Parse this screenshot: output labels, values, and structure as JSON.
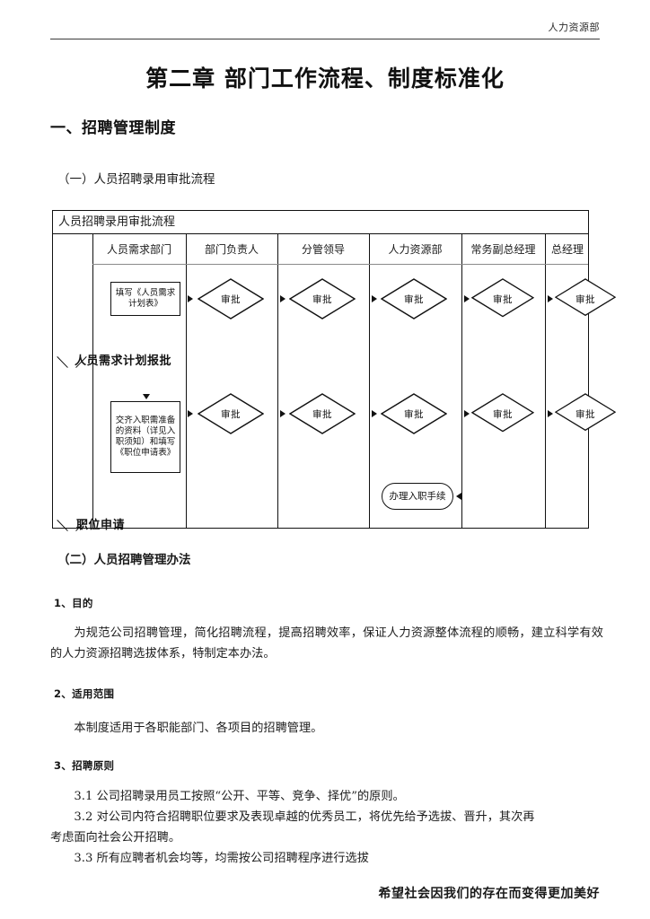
{
  "header": {
    "department": "人力资源部"
  },
  "title": "第二章 部门工作流程、制度标准化",
  "section_heading": "一、招聘管理制度",
  "subsections": {
    "a_label": "（一）人员招聘录用审批流程",
    "b_label": "（二）人员招聘管理办法"
  },
  "flowchart": {
    "caption": "人员招聘录用审批流程",
    "columns": [
      {
        "label": "人员需求部门"
      },
      {
        "label": "部门负责人"
      },
      {
        "label": "分管领导"
      },
      {
        "label": "人力资源部"
      },
      {
        "label": "常务副总经理"
      },
      {
        "label": "总经理"
      }
    ],
    "lanes": [
      {
        "label": "人员需求计划报批"
      },
      {
        "label": "职位申请"
      }
    ],
    "rows": [
      {
        "process_box": "填写《人员需求计划表》",
        "decisions": [
          "审批",
          "审批",
          "审批",
          "审批",
          "审批"
        ]
      },
      {
        "process_box": "交齐入职需准备的资料（详见入职须知）和填写《职位申请表》",
        "decisions": [
          "审批",
          "审批",
          "审批",
          "审批",
          "审批"
        ],
        "terminator": "办理入职手续"
      }
    ]
  },
  "articles": [
    {
      "number_label": "1、目的",
      "body": "为规范公司招聘管理，简化招聘流程，提高招聘效率，保证人力资源整体流程的顺畅，建立科学有效的人力资源招聘选拔体系，特制定本办法。"
    },
    {
      "number_label": "2、适用范围",
      "body": "本制度适用于各职能部门、各项目的招聘管理。"
    },
    {
      "number_label": "3、招聘原则",
      "rules": [
        "3.1 公司招聘录用员工按照“公开、平等、竞争、择优”的原则。",
        "3.2 对公司内符合招聘职位要求及表现卓越的优秀员工，将优先给予选拔、晋升，其次再",
        "考虑面向社会公开招聘。",
        "3.3 所有应聘者机会均等，均需按公司招聘程序进行选拔"
      ]
    }
  ],
  "footer": "希望社会因我们的存在而变得更加美好"
}
